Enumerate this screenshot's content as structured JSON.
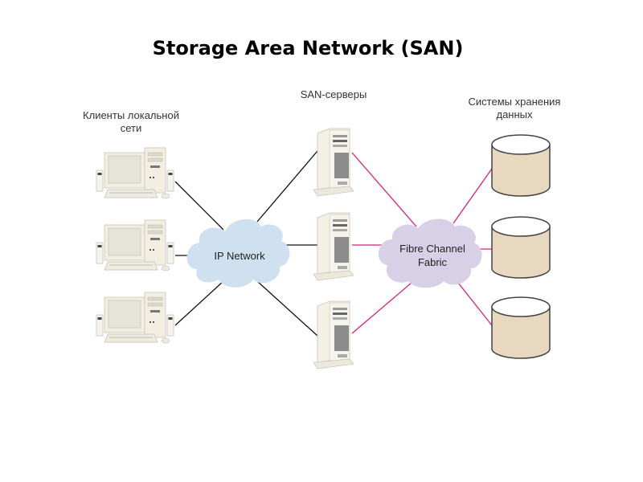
{
  "title": "Storage Area Network (SAN)",
  "groups": {
    "clients": {
      "label_line1": "Клиенты локальной",
      "label_line2": "сети",
      "count": 3
    },
    "servers": {
      "label": "SAN-серверы",
      "count": 3
    },
    "storage": {
      "label_line1": "Системы хранения",
      "label_line2": "данных",
      "count": 3
    }
  },
  "clouds": {
    "ip": {
      "label": "IP Network",
      "color": "#cfe0f1"
    },
    "fc": {
      "label_line1": "Fibre Channel",
      "label_line2": "Fabric",
      "color": "#d8d0e6"
    }
  },
  "colors": {
    "ethernet_link": "#111111",
    "fc_link": "#d4207f",
    "storage_fill": "#e8d8bf",
    "device_body": "#f2efe2"
  }
}
